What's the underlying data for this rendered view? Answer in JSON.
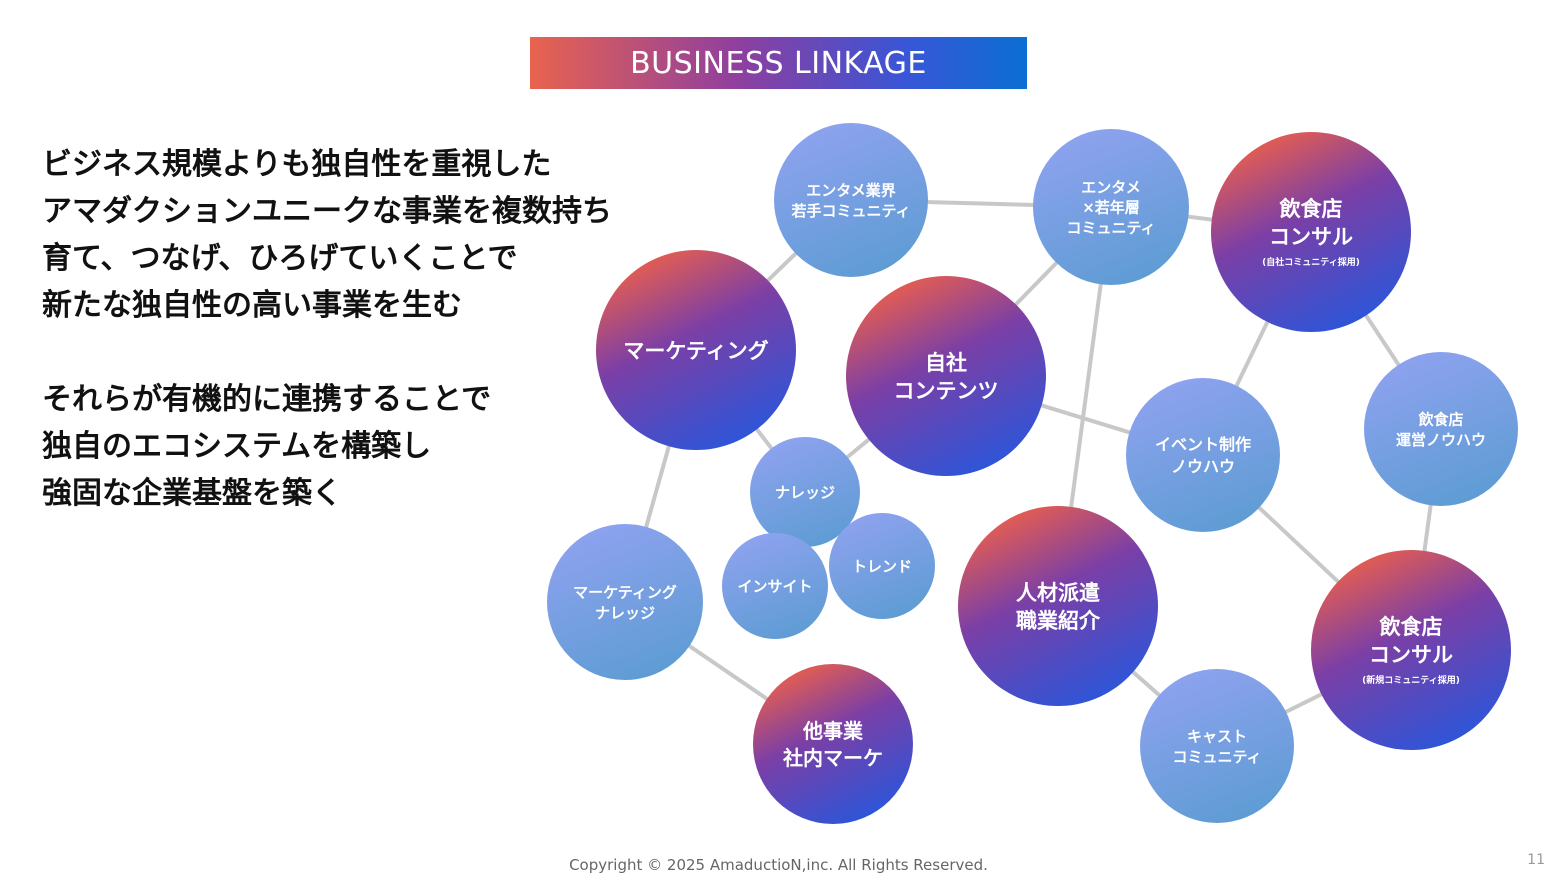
{
  "title": "BUSINESS LINKAGE",
  "paragraph_1": [
    "ビジネス規模よりも独自性を重視した",
    "アマダクションユニークな事業を複数持ち",
    "育て、つなげ、ひろげていくことで",
    "新たな独自性の高い事業を生む"
  ],
  "paragraph_2": [
    "それらが有機的に連携することで",
    "独自のエコシステムを構築し",
    "強固な企業基盤を築く"
  ],
  "nodes": [
    {
      "id": "ent-young-pro",
      "lines": [
        "エンタメ業界",
        "若手コミュニティ"
      ],
      "kind": "light"
    },
    {
      "id": "ent-young-community",
      "lines": [
        "エンタメ",
        "×若年層",
        "コミュニティ"
      ],
      "kind": "light"
    },
    {
      "id": "consult-internal",
      "lines": [
        "飲食店",
        "コンサル"
      ],
      "sub": "(自社コミュニティ採用)",
      "kind": "dark"
    },
    {
      "id": "marketing",
      "lines": [
        "マーケティング"
      ],
      "kind": "dark"
    },
    {
      "id": "own-content",
      "lines": [
        "自社",
        "コンテンツ"
      ],
      "kind": "dark"
    },
    {
      "id": "restaurant-ops",
      "lines": [
        "飲食店",
        "運営ノウハウ"
      ],
      "kind": "light"
    },
    {
      "id": "event-knowhow",
      "lines": [
        "イベント制作",
        "ノウハウ"
      ],
      "kind": "light"
    },
    {
      "id": "knowledge",
      "lines": [
        "ナレッジ"
      ],
      "kind": "light"
    },
    {
      "id": "trend",
      "lines": [
        "トレンド"
      ],
      "kind": "light"
    },
    {
      "id": "insight",
      "lines": [
        "インサイト"
      ],
      "kind": "light"
    },
    {
      "id": "marketing-knowledge",
      "lines": [
        "マーケティング",
        "ナレッジ"
      ],
      "kind": "light"
    },
    {
      "id": "staffing",
      "lines": [
        "人材派遣",
        "職業紹介"
      ],
      "kind": "dark"
    },
    {
      "id": "consult-new",
      "lines": [
        "飲食店",
        "コンサル"
      ],
      "sub": "(新規コミュニティ採用)",
      "kind": "dark"
    },
    {
      "id": "other-biz-marketing",
      "lines": [
        "他事業",
        "社内マーケ"
      ],
      "kind": "dark"
    },
    {
      "id": "cast-community",
      "lines": [
        "キャスト",
        "コミュニティ"
      ],
      "kind": "light"
    }
  ],
  "copyright": "Copyright © 2025 AmaductioN,inc. All Rights Reserved.",
  "page_number": "11"
}
